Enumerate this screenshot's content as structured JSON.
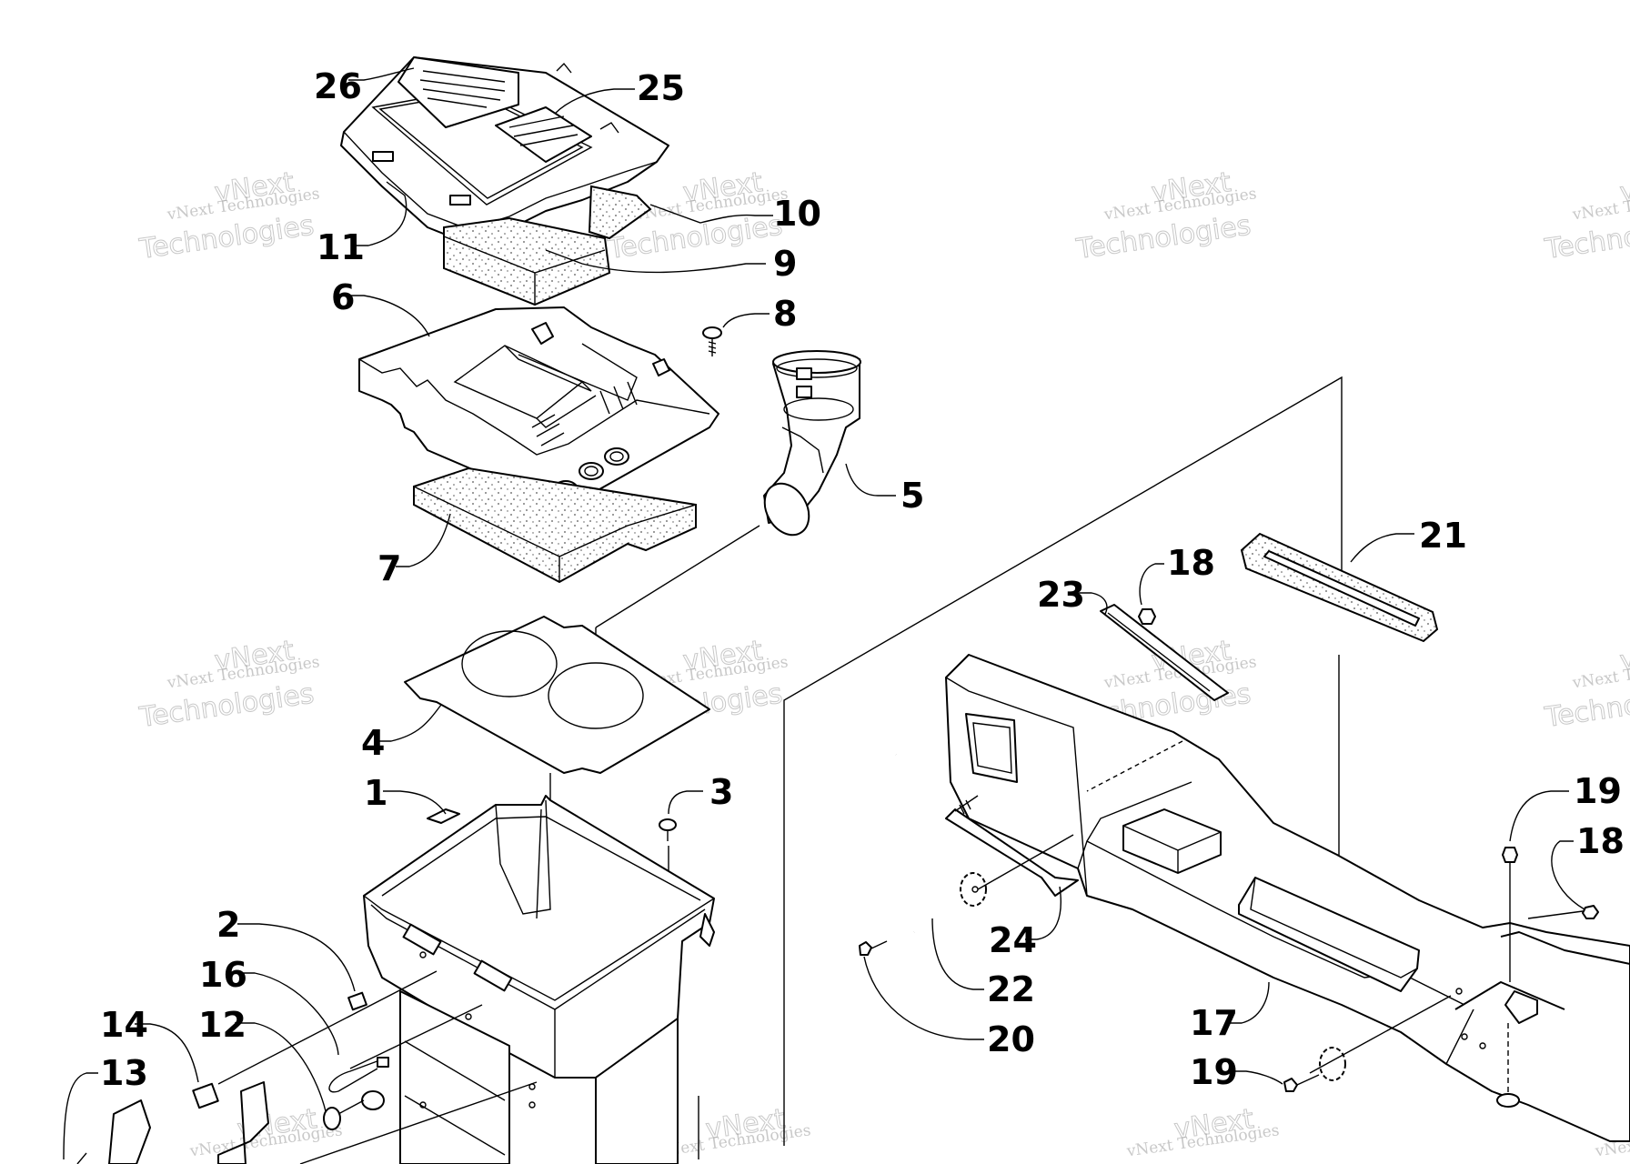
{
  "callouts": [
    "26",
    "25",
    "10",
    "11",
    "9",
    "6",
    "8",
    "5",
    "7",
    "4",
    "1",
    "3",
    "2",
    "16",
    "14",
    "12",
    "13",
    "21",
    "18",
    "23",
    "19",
    "18",
    "24",
    "22",
    "20",
    "17",
    "19"
  ],
  "watermark": {
    "line1": "vNext",
    "line2": "vNext Technologies",
    "line3": "Technologies"
  }
}
